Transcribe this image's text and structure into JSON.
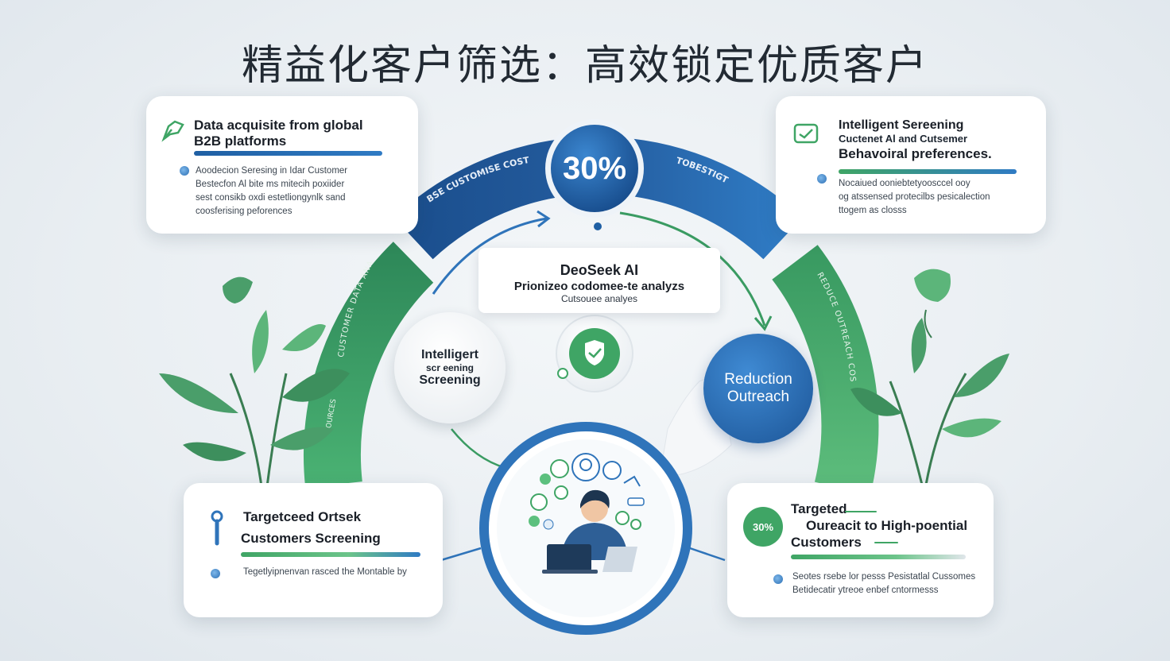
{
  "title": "精益化客户筛选：高效锁定优质客户",
  "top_ring": {
    "badge": "30%",
    "left_label": "BSE CUSTOMISE COST",
    "right_label": "TOBESTIGT"
  },
  "left_ring_label": "CUSTOMER DATA ANALYSIS",
  "left_ring_small": "SOURCES",
  "right_ring_label": "REDUCE OUTREACH COSTS",
  "card_tl": {
    "title_line1": "Data acquisite from global",
    "title_line2": "B2B platforms",
    "body_line1": "Aoodecion Seresing  in Idar Customer",
    "body_line2": "Bestecfon Al bite ms mitecih poxiider",
    "body_line3": "sest consikb oxdi estetliongynlk sand",
    "body_line4": "coosferising peforences"
  },
  "card_tr": {
    "title_line1": "Intelligent Sereening",
    "title_line2": "Cuctenet Al and Cutsemer",
    "title_line3": "Behavoiral preferences.",
    "body_line1": "Nocaiued ooniebtetyoosccel ooy",
    "body_line2": "og atssensed protecilbs pesicalection",
    "body_line3": "ttogem as closss"
  },
  "card_bl": {
    "title_line1": "Targetceed Ortsek",
    "title_line2": "Customers Screening",
    "body_line1": "Tegetlyipnenvan rasced the Montable by"
  },
  "card_br": {
    "badge": "30%",
    "title_line1": "Targeted",
    "title_line2": "Oureacit to High-poential",
    "title_line3": "Customers",
    "body_line1": "Seotes rsebe lor pesss Pesistatlal Cussomes",
    "body_line2": "Betidecatir ytreoe enbef cntormesss"
  },
  "center_box": {
    "line1": "DeoSeek AI",
    "line2": "Prionizeo codomee-te analyzs",
    "line3": "Cutsouee analyes"
  },
  "bubble_screening": {
    "line1": "Intelligert",
    "line2": "scr eening",
    "line3": "Screening"
  },
  "bubble_reduction": {
    "line1": "Reduction",
    "line2": "Outreach"
  },
  "colors": {
    "blue_dark": "#1f5fa3",
    "blue": "#2f7bc4",
    "green": "#3fa565",
    "green_light": "#6cc48a"
  }
}
